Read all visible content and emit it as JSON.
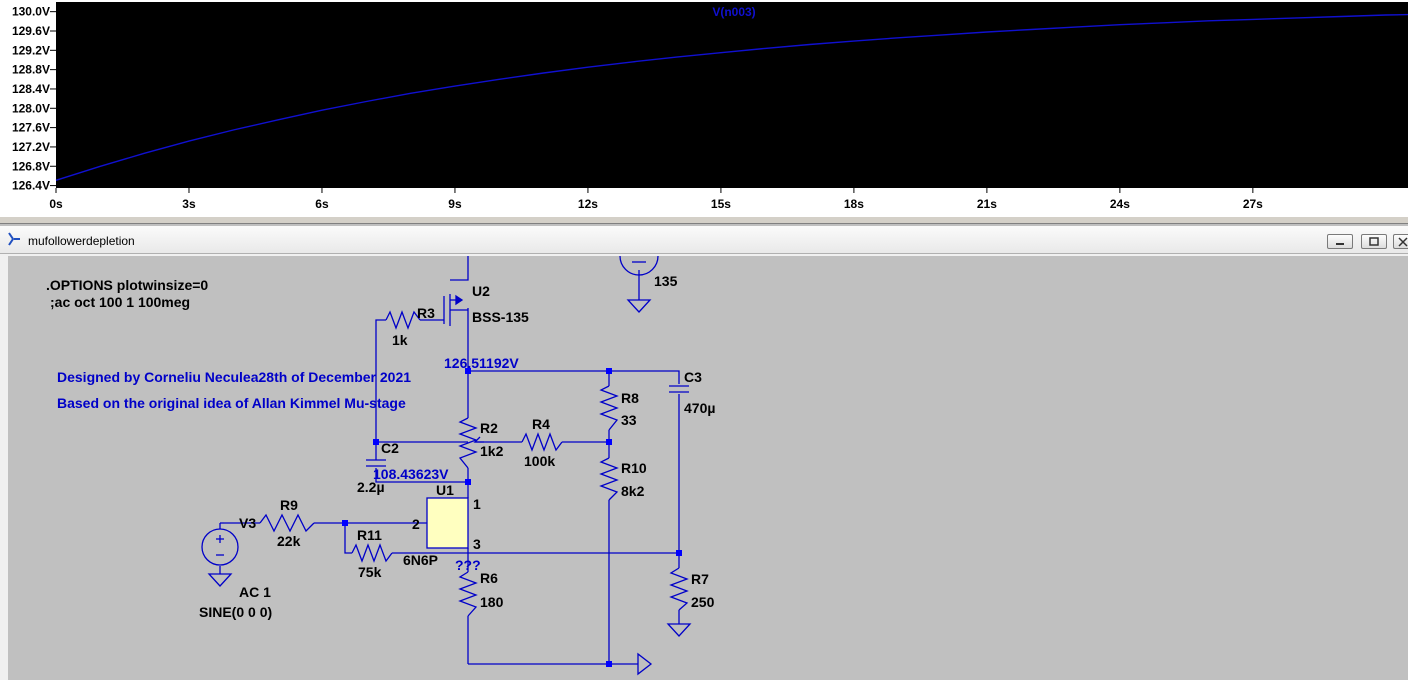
{
  "plot": {
    "trace_name": "V(n003)",
    "trace_color": "#1010d0",
    "background": "#000000",
    "y_ticks": [
      "130.0V",
      "129.6V",
      "129.2V",
      "128.8V",
      "128.4V",
      "128.0V",
      "127.6V",
      "127.2V",
      "126.8V",
      "126.4V"
    ],
    "x_ticks": [
      "0s",
      "3s",
      "6s",
      "9s",
      "12s",
      "15s",
      "18s",
      "21s",
      "24s",
      "27s"
    ]
  },
  "chart_data": {
    "type": "line",
    "title": "V(n003)",
    "xlabel": "",
    "ylabel": "",
    "xlim": [
      0,
      30.5
    ],
    "ylim": [
      126.35,
      130.2
    ],
    "x_ticks": [
      0,
      3,
      6,
      9,
      12,
      15,
      18,
      21,
      24,
      27
    ],
    "y_ticks": [
      126.4,
      126.8,
      127.2,
      127.6,
      128.0,
      128.4,
      128.8,
      129.2,
      129.6,
      130.0
    ],
    "grid": false,
    "series": [
      {
        "name": "V(n003)",
        "x": [
          0,
          1,
          2,
          3,
          4,
          5,
          6,
          7,
          8,
          9,
          10,
          11,
          12,
          13,
          14,
          15,
          16,
          17,
          18,
          19,
          20,
          21,
          22,
          23,
          24,
          25,
          26,
          27,
          28,
          29,
          30,
          30.5
        ],
        "y": [
          126.51,
          126.8,
          127.07,
          127.32,
          127.55,
          127.76,
          127.96,
          128.14,
          128.31,
          128.46,
          128.6,
          128.73,
          128.85,
          128.96,
          129.06,
          129.15,
          129.24,
          129.32,
          129.39,
          129.46,
          129.52,
          129.58,
          129.63,
          129.68,
          129.73,
          129.77,
          129.81,
          129.84,
          129.87,
          129.9,
          129.93,
          129.94
        ]
      }
    ]
  },
  "window": {
    "title": "mufollowerdepletion"
  },
  "schematic": {
    "directive_1": ".OPTIONS plotwinsize=0",
    "directive_2": ";ac oct 100 1 100meg",
    "comment_1": "Designed by Corneliu Neculea28th of December 2021",
    "comment_2": "Based on the original idea of Allan Kimmel Mu-stage",
    "supply_value": "135",
    "u2_name": "U2",
    "u2_model": "BSS-135",
    "r3_name": "R3",
    "r3_value": "1k",
    "node_top_voltage": "126.51192V",
    "c3_name": "C3",
    "c3_value": "470µ",
    "r8_name": "R8",
    "r8_value": "33",
    "r2_name": "R2",
    "r2_value": "1k2",
    "r4_name": "R4",
    "r4_value": "100k",
    "c2_name": "C2",
    "c2_value": "2.2µ",
    "node_mid_voltage": "108.43623V",
    "r10_name": "R10",
    "r10_value": "8k2",
    "u1_name": "U1",
    "u1_model": "6N6P",
    "u1_pin1": "1",
    "u1_pin2": "2",
    "u1_pin3": "3",
    "r9_name": "R9",
    "r9_value": "22k",
    "v3_name": "V3",
    "v3_ac": "AC 1",
    "v3_sine": "SINE(0 0 0)",
    "r11_name": "R11",
    "r11_value": "75k",
    "node_unknown": "???",
    "r6_name": "R6",
    "r6_value": "180",
    "r7_name": "R7",
    "r7_value": "250",
    "wire_color": "#0000c8",
    "junction_color": "#0000ff",
    "tube_fill": "#ffffc0"
  }
}
